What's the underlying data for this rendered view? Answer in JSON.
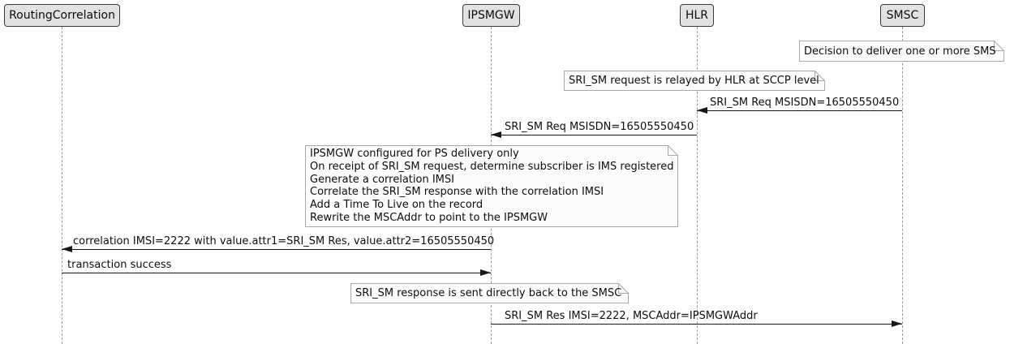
{
  "diagram": {
    "type": "sequence-diagram",
    "participants": [
      {
        "label": "RoutingCorrelation"
      },
      {
        "label": "IPSMGW"
      },
      {
        "label": "HLR"
      },
      {
        "label": "SMSC"
      }
    ],
    "notes": [
      {
        "over": "SMSC",
        "text": "Decision to deliver one or more SMS"
      },
      {
        "over": "HLR",
        "text": "SRI_SM request is relayed by HLR at SCCP level"
      },
      {
        "over": "IPSMGW",
        "lines": [
          "IPSMGW configured for PS delivery only",
          "On receipt of SRI_SM request, determine subscriber is IMS registered",
          "Generate a correlation IMSI",
          "Correlate the SRI_SM response with the correlation IMSI",
          "Add a Time To Live on the record",
          "Rewrite the MSCAddr to point to the IPSMGW"
        ]
      },
      {
        "over": "IPSMGW",
        "text": "SRI_SM response is sent directly back to the SMSC"
      }
    ],
    "messages": [
      {
        "from": "SMSC",
        "to": "HLR",
        "label": "SRI_SM Req MSISDN=16505550450"
      },
      {
        "from": "HLR",
        "to": "IPSMGW",
        "label": "SRI_SM Req MSISDN=16505550450"
      },
      {
        "from": "IPSMGW",
        "to": "RoutingCorrelation",
        "label": "correlation IMSI=2222 with value.attr1=SRI_SM Res, value.attr2=16505550450"
      },
      {
        "from": "RoutingCorrelation",
        "to": "IPSMGW",
        "label": "transaction success"
      },
      {
        "from": "IPSMGW",
        "to": "SMSC",
        "label": "SRI_SM Res IMSI=2222, MSCAddr=IPSMGWAddr"
      }
    ],
    "colors": {
      "participant_fill": "#E2E2E2",
      "participant_border": "#3B3B3B",
      "note_fill": "#FCFCFC",
      "note_border": "#A8A8A8",
      "lifeline": "#999999",
      "arrow": "#181818",
      "text": "#0D0D0D",
      "background": "#FFFFFF"
    }
  }
}
